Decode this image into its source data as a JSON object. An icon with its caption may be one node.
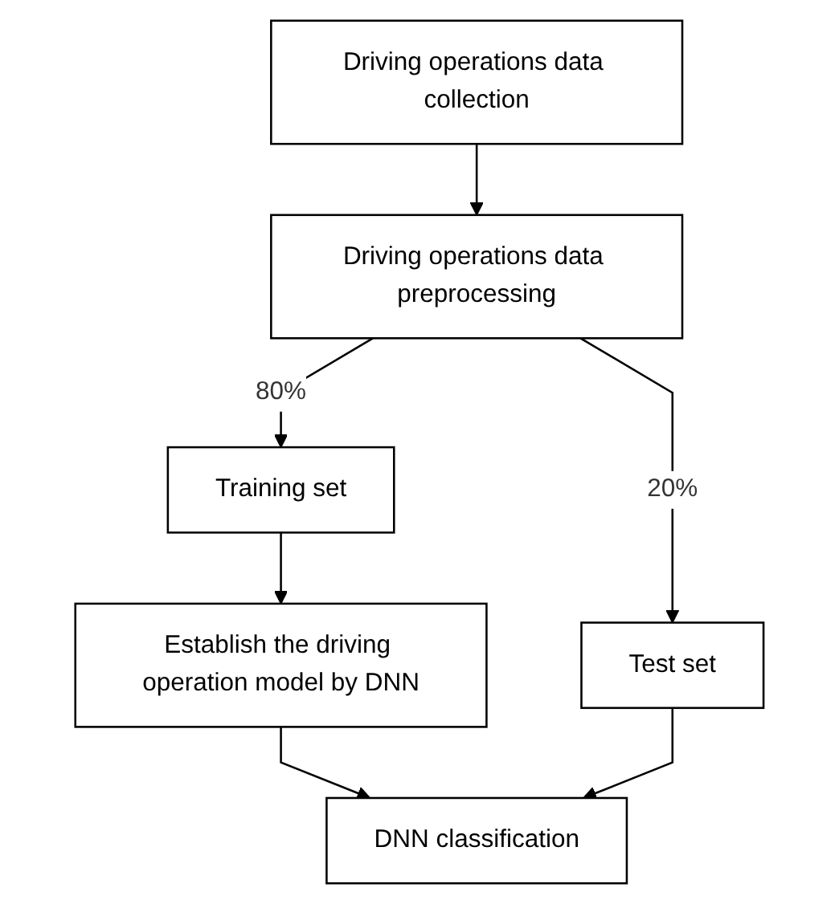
{
  "diagram": {
    "nodes": [
      {
        "text": [
          "Driving operations data collection"
        ]
      },
      {
        "text": [
          "Driving operations data preprocessing"
        ]
      },
      {
        "text": [
          "Training set"
        ]
      },
      {
        "text": [
          "Test set"
        ]
      },
      {
        "text": [
          "Establish the driving operation model by DNN"
        ]
      },
      {
        "text": [
          "DNN classification"
        ]
      }
    ],
    "edges": [
      {
        "from": 0,
        "to": 1,
        "arrow": "to"
      },
      {
        "from": 1,
        "to": 2,
        "arrow": "to",
        "label": "80%"
      },
      {
        "from": 1,
        "to": 3,
        "arrow": "to",
        "label": "20%"
      },
      {
        "from": 2,
        "to": 4,
        "arrow": "to"
      },
      {
        "from": 4,
        "to": 5,
        "arrow": "to"
      },
      {
        "from": 3,
        "to": 5,
        "arrow": "to"
      }
    ]
  }
}
